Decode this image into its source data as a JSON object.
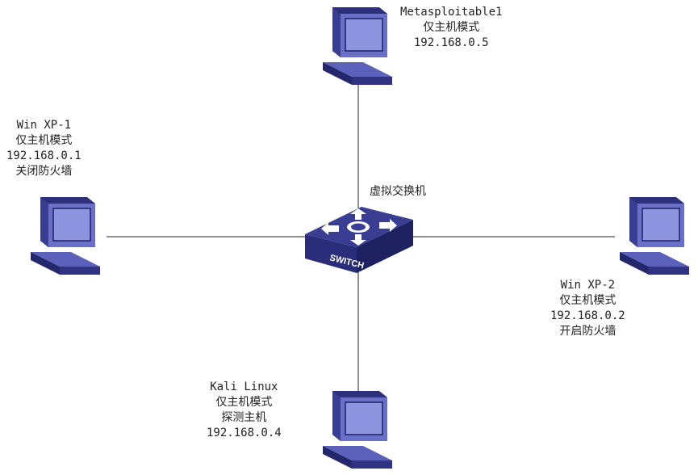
{
  "nodes": {
    "metasploitable": {
      "name": "Metasploitable1",
      "mode": "仅主机模式",
      "ip": "192.168.0.5"
    },
    "winxp1": {
      "name": "Win XP-1",
      "mode": "仅主机模式",
      "ip": "192.168.0.1",
      "firewall": "关闭防火墙"
    },
    "winxp2": {
      "name": "Win XP-2",
      "mode": "仅主机模式",
      "ip": "192.168.0.2",
      "firewall": "开启防火墙"
    },
    "kali": {
      "name": "Kali Linux",
      "mode": "仅主机模式",
      "role": "探测主机",
      "ip": "192.168.0.4"
    }
  },
  "switch": {
    "label": "虚拟交换机",
    "face_text": "SWITCH"
  },
  "colors": {
    "device_blue": "#3a3e93",
    "line": "#222222"
  }
}
